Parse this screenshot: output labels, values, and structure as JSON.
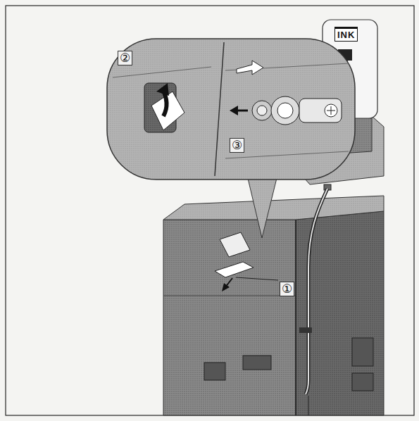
{
  "diagram": {
    "labels": [
      "②",
      "③",
      "INK",
      "①"
    ]
  }
}
